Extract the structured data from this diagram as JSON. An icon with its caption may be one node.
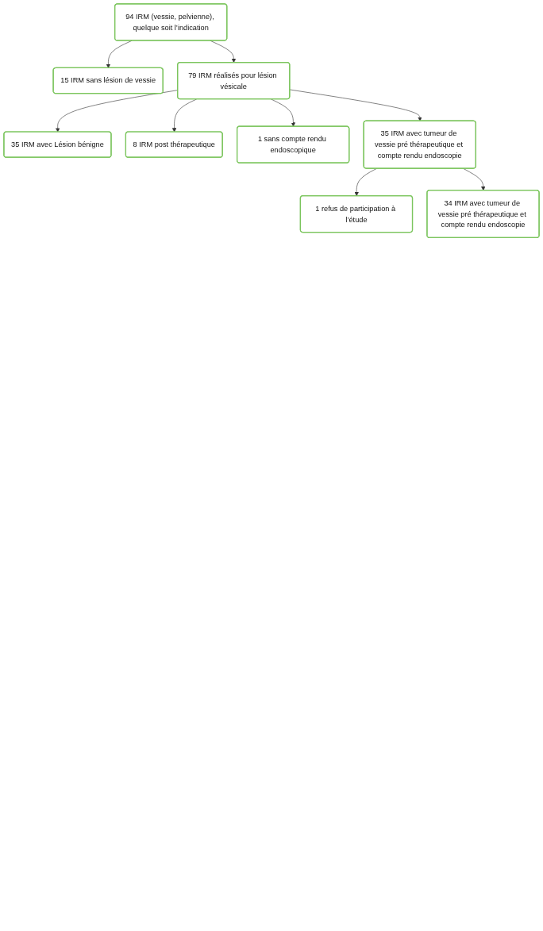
{
  "diagram": {
    "nodes": [
      {
        "text": [
          "94 IRM (vessie, pelvienne), quelque soit l’indication"
        ]
      },
      {
        "text": [
          "15 IRM sans lésion de vessie"
        ]
      },
      {
        "text": [
          "79 IRM réalisés pour lésion vésicale"
        ]
      },
      {
        "text": [
          "35 IRM avec Lésion bénigne"
        ]
      },
      {
        "text": [
          "8 IRM post thérapeutique"
        ]
      },
      {
        "text": [
          "1 sans compte rendu endoscopique"
        ]
      },
      {
        "text": [
          "35 IRM avec tumeur de vessie pré thérapeutique et compte rendu endoscopie"
        ]
      },
      {
        "text": [
          "1 refus de participation à l’étude"
        ]
      },
      {
        "text": [
          "34 IRM avec tumeur de vessie pré thérapeutique et compte rendu endoscopie"
        ]
      }
    ],
    "edges": [
      {
        "from": 0,
        "to": 1,
        "arrow": "to"
      },
      {
        "from": 0,
        "to": 2,
        "arrow": "to"
      },
      {
        "from": 2,
        "to": 3,
        "arrow": "to"
      },
      {
        "from": 2,
        "to": 4,
        "arrow": "to"
      },
      {
        "from": 2,
        "to": 5,
        "arrow": "to"
      },
      {
        "from": 2,
        "to": 6,
        "arrow": "to"
      },
      {
        "from": 6,
        "to": 7,
        "arrow": "to"
      },
      {
        "from": 6,
        "to": 8,
        "arrow": "to"
      }
    ]
  }
}
